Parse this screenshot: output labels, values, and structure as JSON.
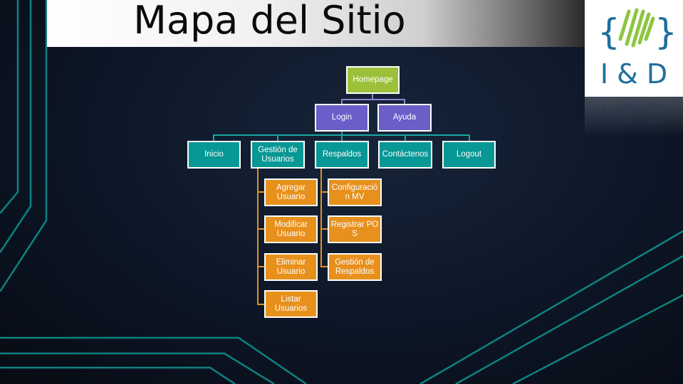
{
  "title": "Mapa del Sitio",
  "logo": {
    "text": "I & D",
    "icon": "braces-leaf-logo-icon"
  },
  "colors": {
    "root": "#9bc13b",
    "level1": "#6a5ec9",
    "level2": "#079795",
    "level3": "#e7901c",
    "connector_purple": "#8a86d6",
    "connector_teal": "#1aa7a5",
    "connector_orange": "#e7901c",
    "accent_lines": "#0e8f8d"
  },
  "sitemap": {
    "homepage": "Homepage",
    "login": "Login",
    "ayuda": "Ayuda",
    "inicio": "Inicio",
    "gestion_usuarios": "Gestión de\nUsuarios",
    "respaldos": "Respaldos",
    "contactenos": "Contáctenos",
    "logout": "Logout",
    "agregar_usuario": "Agregar\nUsuario",
    "modificar_usuario": "Modificar\nUsuario",
    "eliminar_usuario": "Eliminar\nUsuario",
    "listar_usuarios": "Listar\nUsuarios",
    "configuracion_mv": "Configuració\nn MV",
    "registrar_pos": "Registrar POS",
    "gestion_respaldos": "Gestión de\nRespaldos"
  }
}
